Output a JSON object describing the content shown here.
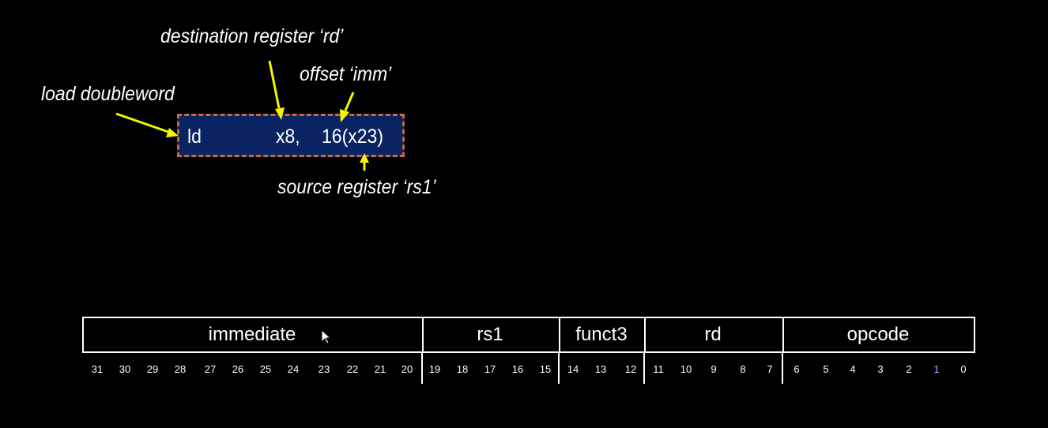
{
  "annotations": {
    "destination": "destination register ‘rd’",
    "offset": "offset ‘imm’",
    "load": "load doubleword",
    "source": "source register ‘rs1’"
  },
  "instruction": {
    "mnemonic": "ld",
    "rd": "x8,",
    "operand": "16(x23)"
  },
  "format": {
    "fields": [
      {
        "name": "immediate",
        "high": 31,
        "low": 20
      },
      {
        "name": "rs1",
        "high": 19,
        "low": 15
      },
      {
        "name": "funct3",
        "high": 14,
        "low": 12
      },
      {
        "name": "rd",
        "high": 11,
        "low": 7
      },
      {
        "name": "opcode",
        "high": 6,
        "low": 0
      }
    ],
    "bits": [
      "31",
      "30",
      "29",
      "28",
      "27",
      "26",
      "25",
      "24",
      "23",
      "22",
      "21",
      "20",
      "19",
      "18",
      "17",
      "16",
      "15",
      "14",
      "13",
      "12",
      "11",
      "10",
      "9",
      "8",
      "7",
      "6",
      "5",
      "4",
      "3",
      "2",
      "1",
      "0"
    ]
  },
  "colors": {
    "box_fill": "#0a2463",
    "box_border": "#d2692f",
    "arrow": "#f5f500",
    "accent_bit": "#aab8ff"
  }
}
